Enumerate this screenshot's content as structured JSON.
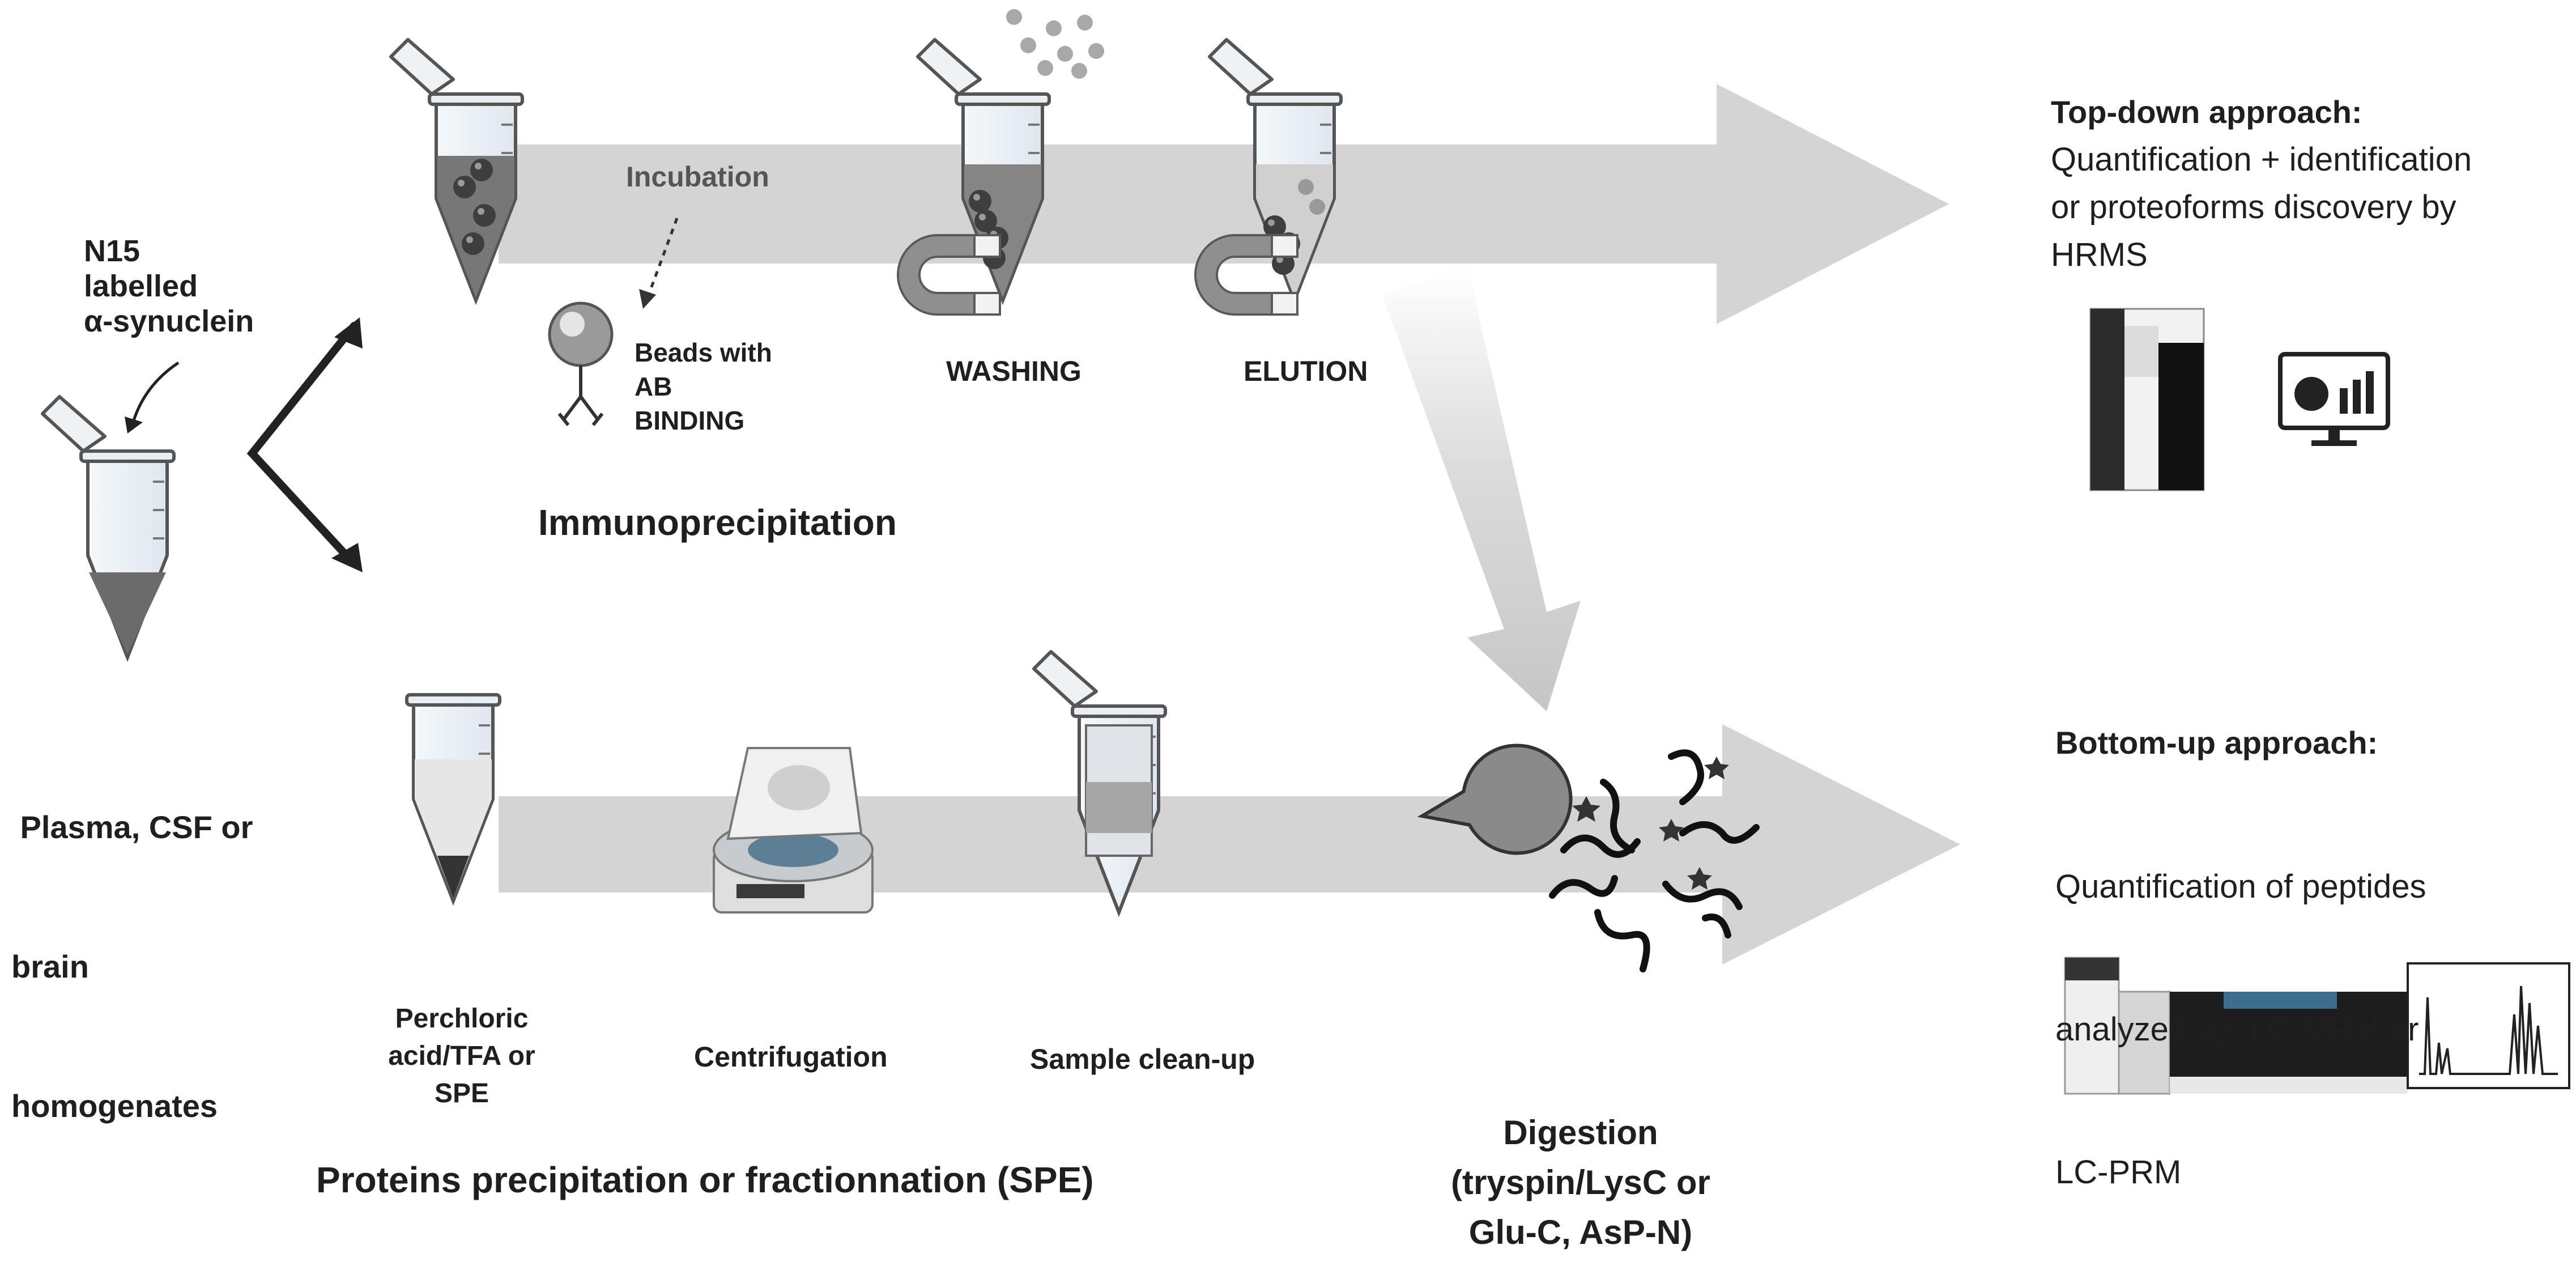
{
  "sample": {
    "n15_label": [
      "N15",
      "labelled",
      "α-synuclein"
    ],
    "source_label": [
      " Plasma, CSF or",
      "brain",
      "homogenates"
    ]
  },
  "immuno": {
    "title": "Immunoprecipitation",
    "incubation": "Incubation",
    "beads_label": [
      "Beads with",
      "AB",
      "BINDING"
    ],
    "washing": "WASHING",
    "elution": "ELUTION"
  },
  "precip": {
    "title": "Proteins precipitation or fractionnation (SPE)",
    "step1": [
      "Perchloric",
      "acid/TFA or",
      "SPE"
    ],
    "step2": "Centrifugation",
    "step3": "Sample clean-up"
  },
  "digestion": {
    "label": [
      "Digestion",
      "(tryspin/LysC or",
      "Glu-C, AsP-N)"
    ]
  },
  "topdown": {
    "heading": "Top-down approach:",
    "body": [
      "Quantification + identification",
      "or proteoforms discovery by",
      "HRMS"
    ]
  },
  "bottomup": {
    "heading": "Bottom-up approach:",
    "body": [
      "Quantification of peptides",
      "analyzed by  LC-MRM or",
      "LC-PRM"
    ]
  },
  "icons": [
    "tube-icon",
    "magnet-icon",
    "bead-icon",
    "antibody-icon",
    "centrifuge-icon",
    "pacman-enzyme-icon",
    "peptide-icon",
    "mass-spectrometer-icon",
    "monitor-chart-icon",
    "lc-system-icon",
    "spectrum-icon"
  ],
  "colors": {
    "arrow": "#d2d2d2",
    "tube_fill": "#6b6b6b",
    "text": "#1f1f1f"
  }
}
